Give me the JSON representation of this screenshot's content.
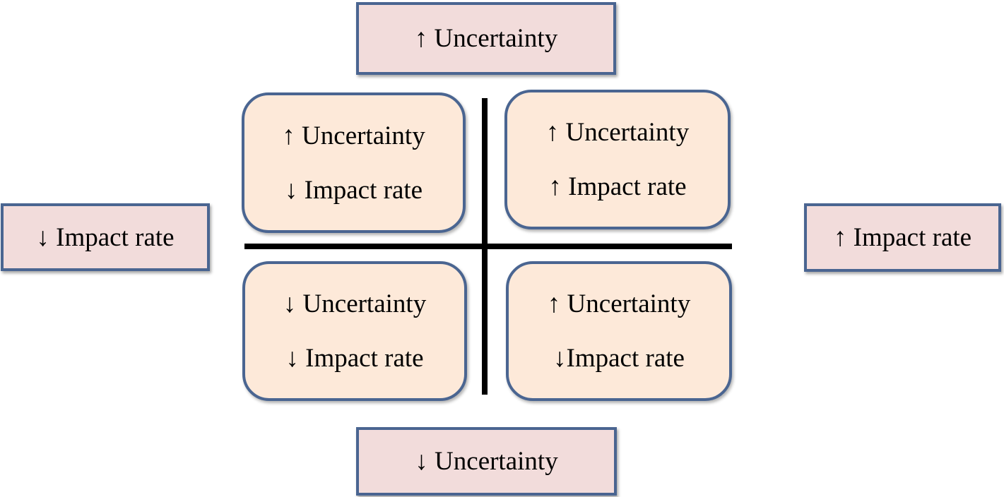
{
  "axis_labels": {
    "top": "↑ Uncertainty",
    "bottom": "↓ Uncertainty",
    "left": "↓ Impact rate",
    "right": "↑ Impact rate"
  },
  "quadrants": {
    "top_left": {
      "line1": "↑ Uncertainty",
      "line2": "↓ Impact rate"
    },
    "top_right": {
      "line1": "↑ Uncertainty",
      "line2": "↑ Impact rate"
    },
    "bottom_left": {
      "line1": "↓ Uncertainty",
      "line2": "↓ Impact rate"
    },
    "bottom_right": {
      "line1": "↑ Uncertainty",
      "line2": "↓Impact rate"
    }
  },
  "colors": {
    "axis_box_fill": "#f2dcdb",
    "quadrant_fill": "#fde9d9",
    "border": "#4a6591",
    "axis_line": "#000000"
  }
}
